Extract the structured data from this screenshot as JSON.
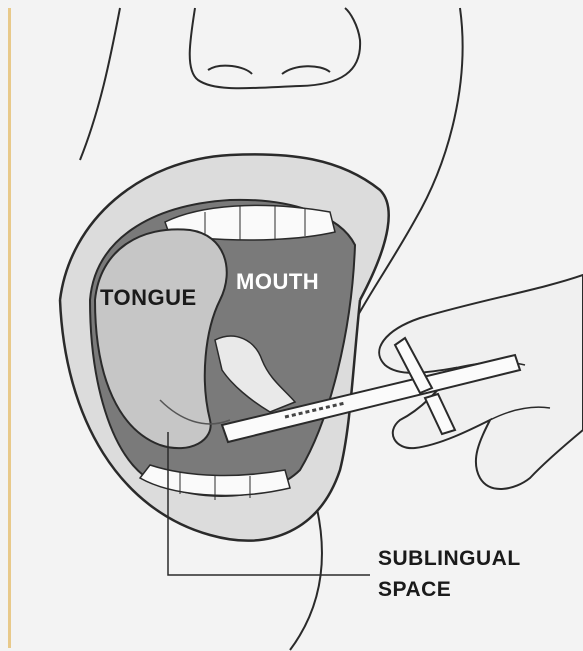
{
  "labels": {
    "tongue": "TONGUE",
    "mouth": "MOUTH",
    "sublingual_line1": "SUBLINGUAL",
    "sublingual_line2": "SPACE"
  },
  "colors": {
    "background": "#f2f2f2",
    "line": "#2a2a2a",
    "skin": "#e6e6e6",
    "mouth_dark": "#6e6e6e",
    "tongue": "#c4c4c4",
    "teeth": "#fafafa",
    "accent_border": "#e8c98a"
  }
}
